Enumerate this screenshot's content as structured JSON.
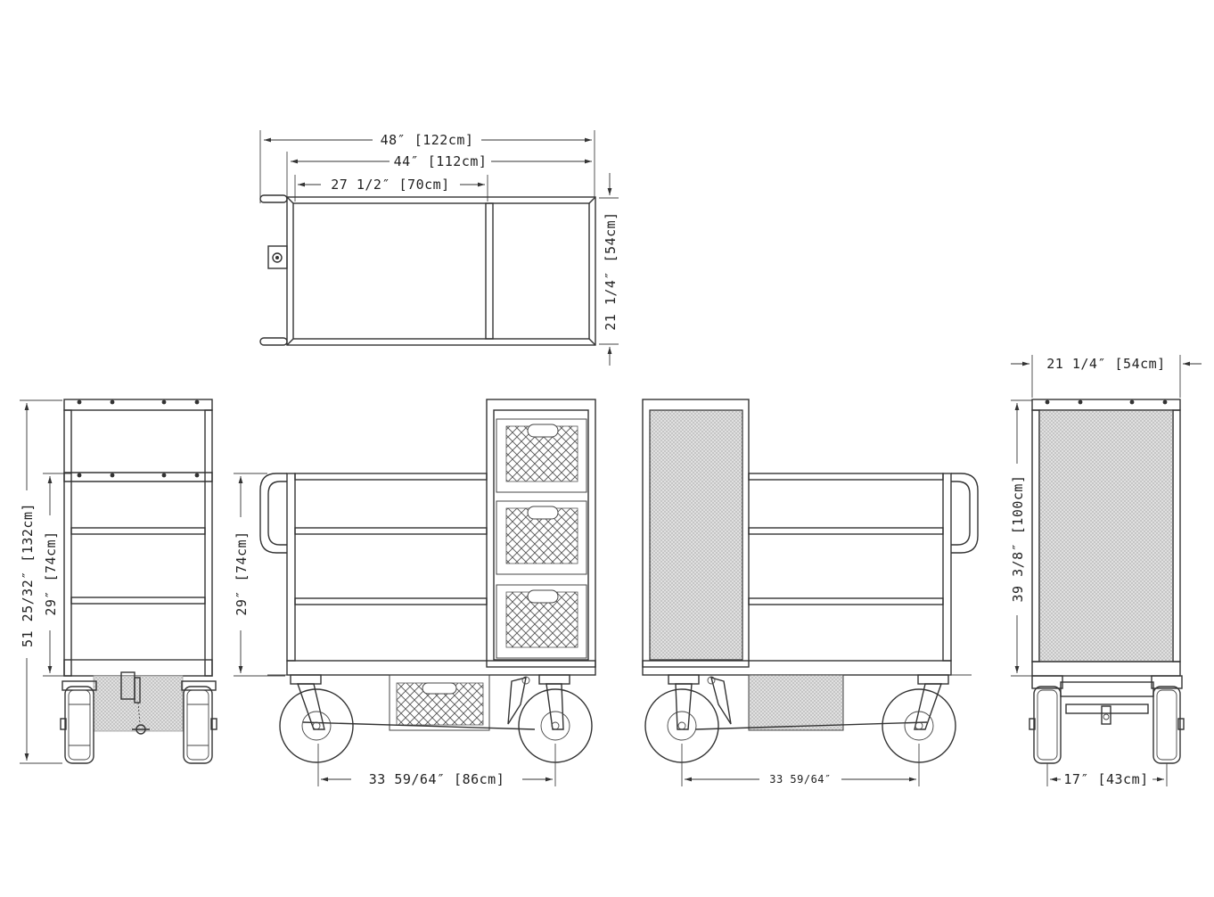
{
  "top_view": {
    "overall_length": "48″ [122cm]",
    "deck_length": "44″ [112cm]",
    "section_length": "27 1/2″ [70cm]",
    "width": "21 1/4″ [54cm]"
  },
  "end_view_left": {
    "overall_height": "51 25/32″ [132cm]",
    "shelf_height": "29″ [74cm]"
  },
  "side_view_left": {
    "shelf_height": "29″ [74cm]",
    "wheelbase": "33 59/64″ [86cm]"
  },
  "side_view_right": {
    "wheelbase": "33 59/64″"
  },
  "end_view_right": {
    "width": "21 1/4″ [54cm]",
    "height": "39 3/8″ [100cm]",
    "wheel_track": "17″ [43cm]"
  },
  "colors": {
    "line": "#333333",
    "mesh_fill": "#d8d8d8",
    "background": "#ffffff"
  }
}
